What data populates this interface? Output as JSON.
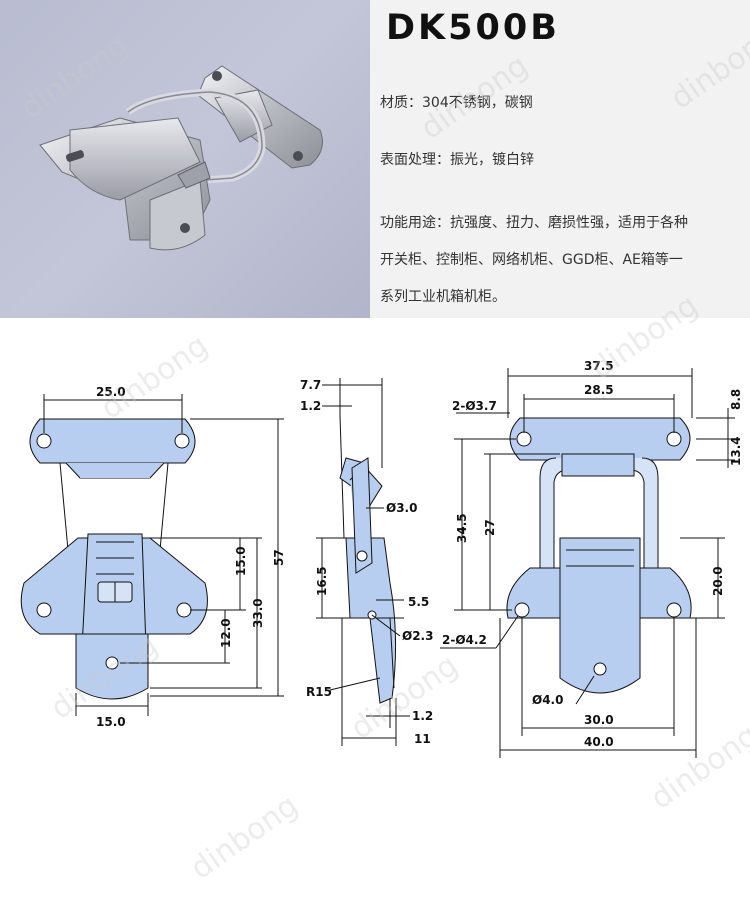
{
  "product": {
    "model": "DK500B",
    "spec_lines": [
      "材质：304不锈钢，碳钢",
      "表面处理：振光，镀白锌",
      "功能用途：抗强度、扭力、磨损性强，适用于各种",
      "开关柜、控制柜、网络机柜、GGD柜、AE箱等一",
      "系列工业机箱机柜。"
    ]
  },
  "watermark": "dinbong",
  "colors": {
    "part_fill": "#b8cef0",
    "line": "#111111",
    "photo_bg": "#bcbfd2",
    "spec_bg": "#f2f2f2"
  },
  "front_view": {
    "dim_width_top": "25.0",
    "dim_hole_span": "15.0",
    "dim_hole_to_hole": "12.0",
    "dim_body_height": "33.0",
    "dim_total_height": "57",
    "dim_bottom_width": "15.0"
  },
  "side_view": {
    "dim_top_offset": "7.7",
    "dim_thickness_top": "1.2",
    "dim_pin": "Ø3.0",
    "dim_height": "16.5",
    "dim_hole_offset": "5.5",
    "dim_hole": "Ø2.3",
    "dim_radius": "R15",
    "dim_thickness_bottom": "1.2",
    "dim_depth": "11"
  },
  "back_view": {
    "dim_catch_width": "37.5",
    "dim_catch_holes": "28.5",
    "dim_catch_hole_dia": "2-Ø3.7",
    "dim_catch_h1": "8.8",
    "dim_catch_h2": "13.4",
    "dim_span_345": "34.5",
    "dim_span_27": "27",
    "dim_base_hole_dia": "2-Ø4.2",
    "dim_base_h": "20.0",
    "dim_lever_hole": "Ø4.0",
    "dim_base_holes": "30.0",
    "dim_base_width": "40.0"
  }
}
